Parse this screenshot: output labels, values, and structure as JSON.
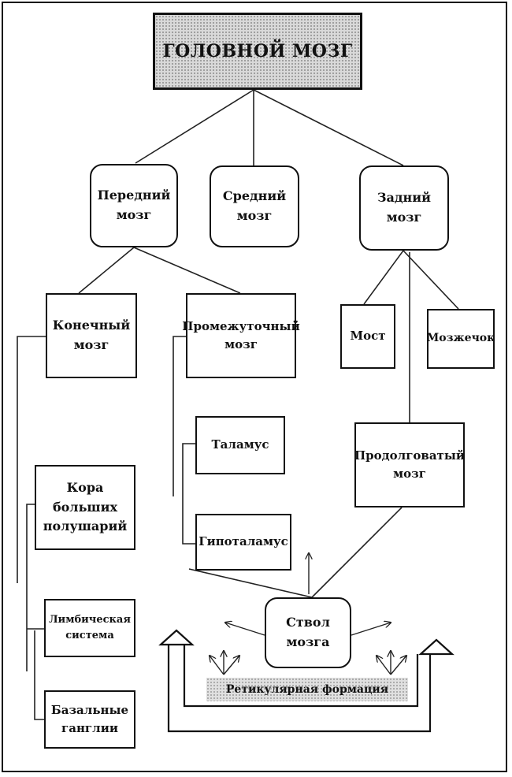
{
  "title": "ГОЛОВНОЙ МОЗГ",
  "brain_divisions": {
    "forebrain": "Передний\nмозг",
    "midbrain": "Средний\nмозг",
    "hindbrain": "Задний\nмозг"
  },
  "forebrain_parts": {
    "telencephalon": "Конечный\nмозг",
    "diencephalon": "Промежуточный\nмозг"
  },
  "hindbrain_parts": {
    "pons": "Мост",
    "cerebellum": "Мозжечок",
    "medulla": "Продолговатый\nмозг"
  },
  "telencephalon_parts": {
    "cortex": "Кора\nбольших\nполушарий",
    "limbic": "Лимбическая\nсистема",
    "basal": "Базальные\nганглии"
  },
  "diencephalon_parts": {
    "thalamus": "Таламус",
    "hypothalamus": "Гипоталамус"
  },
  "brainstem": "Ствол\nмозга",
  "reticular_formation": "Ретикулярная формация"
}
